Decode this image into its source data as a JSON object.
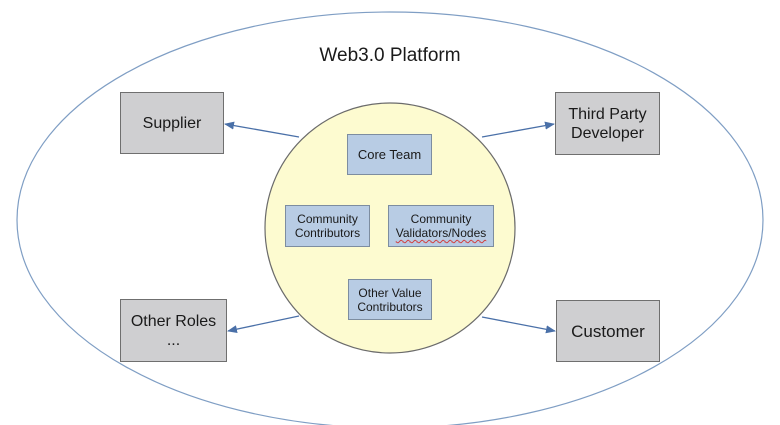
{
  "title": "Web3.0 Platform",
  "center_boxes": {
    "core_team": "Core Team",
    "community_contributors": [
      "Community",
      "Contributors"
    ],
    "community_validators": [
      "Community",
      "Validators/Nodes"
    ],
    "other_value_contributors": [
      "Other Value",
      "Contributors"
    ]
  },
  "outer_boxes": {
    "supplier": "Supplier",
    "third_party_developer": [
      "Third Party",
      "Developer"
    ],
    "other_roles": [
      "Other Roles",
      "..."
    ],
    "customer": "Customer"
  },
  "colors": {
    "outer_ellipse_stroke": "#7f9ec4",
    "center_circle_fill": "#fdfbd0",
    "center_circle_stroke": "#6b6b6b",
    "outer_box_fill": "#cfcfd1",
    "inner_box_fill": "#b8cce4",
    "arrow": "#4a70a8"
  }
}
